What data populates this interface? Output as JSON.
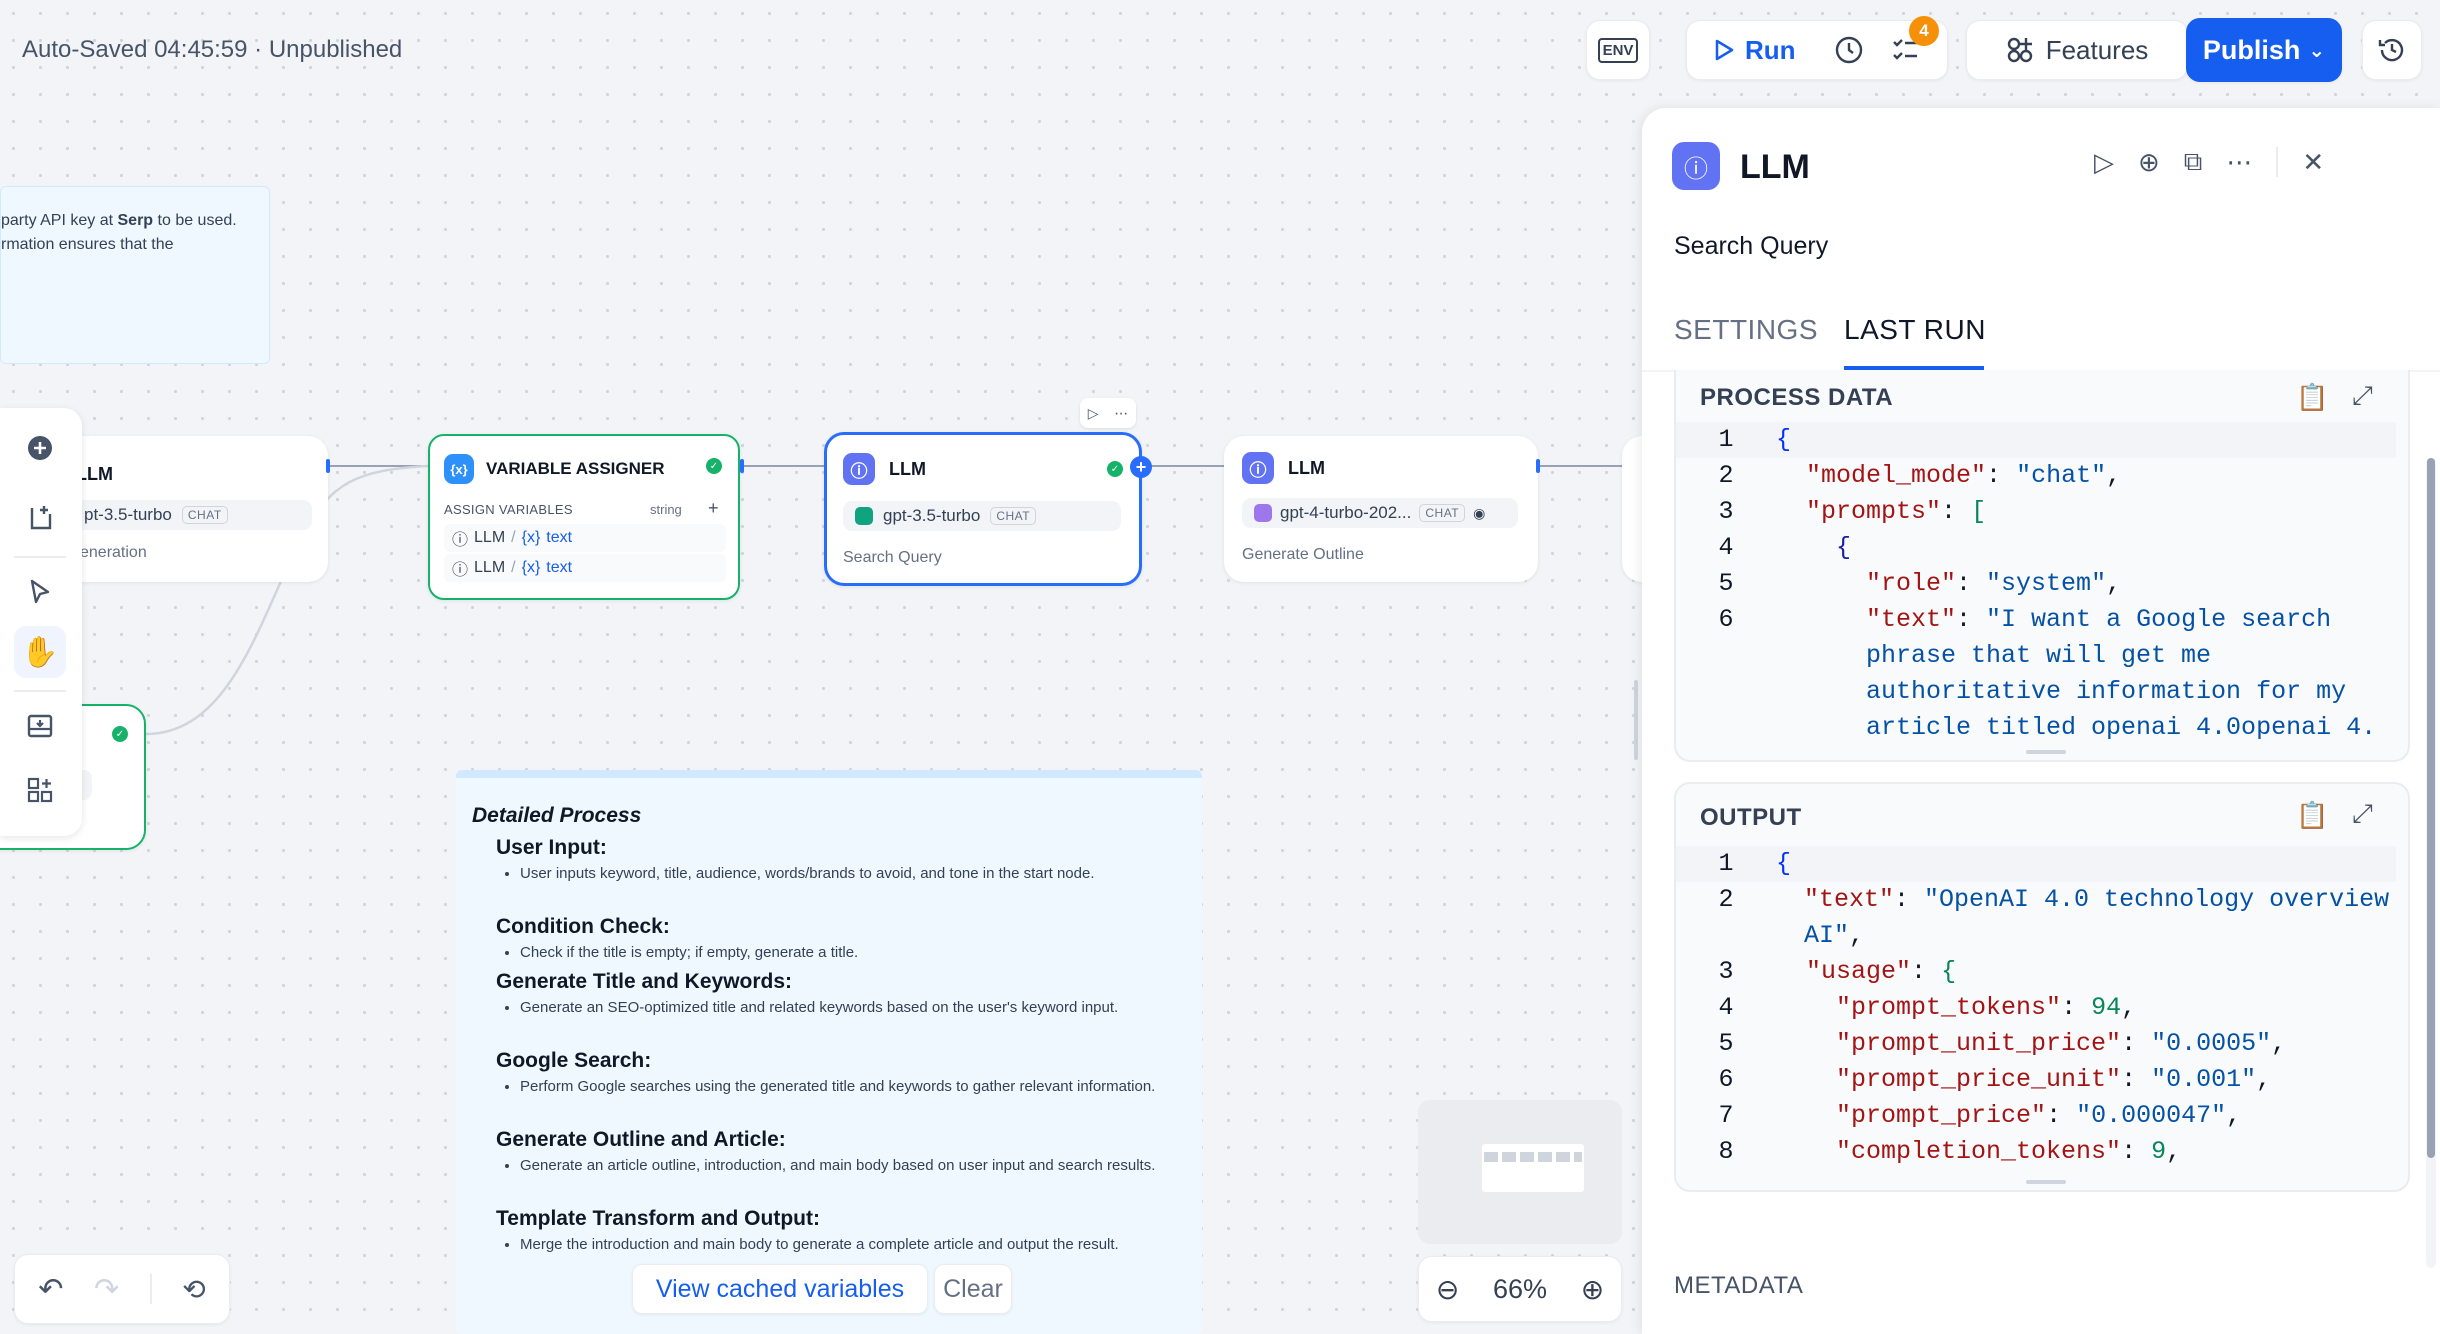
{
  "header": {
    "status": "Auto-Saved 04:45:59 · Unpublished",
    "env_label": "ENV",
    "run_label": "Run",
    "checklist_badge": "4",
    "features_label": "Features",
    "publish_label": "Publish"
  },
  "top_note": {
    "line1_prefix": "party API key at ",
    "line1_bold": "Serp",
    "line1_suffix": " to be used.",
    "line2": "rmation ensures that the"
  },
  "nodes": {
    "llm_left": {
      "title": "LLM",
      "model": "pt-3.5-turbo",
      "tag": "CHAT",
      "subtitle": "eneration"
    },
    "var_assigner": {
      "title": "VARIABLE ASSIGNER",
      "section": "ASSIGN VARIABLES",
      "type": "string",
      "rows": [
        {
          "node": "LLM",
          "var": "text"
        },
        {
          "node": "LLM",
          "var": "text"
        }
      ]
    },
    "llm_search": {
      "title": "LLM",
      "model": "gpt-3.5-turbo",
      "tag": "CHAT",
      "subtitle": "Search Query"
    },
    "llm_outline": {
      "title": "LLM",
      "model": "gpt-4-turbo-202...",
      "tag": "CHAT",
      "subtitle": "Generate Outline"
    }
  },
  "detailed_process": {
    "title": "Detailed Process",
    "sections": [
      {
        "heading": "User Input",
        "bullet": "User inputs keyword, title, audience, words/brands to avoid, and tone in the start node."
      },
      {
        "heading": "Condition Check",
        "bullet": "Check if the title is empty; if empty, generate a title."
      },
      {
        "heading": "Generate Title and Keywords",
        "bullet": "Generate an SEO-optimized title and related keywords based on the user's keyword input."
      },
      {
        "heading": "Google Search",
        "bullet": "Perform Google searches using the generated title and keywords to gather relevant information."
      },
      {
        "heading": "Generate Outline and Article",
        "bullet": "Generate an article outline, introduction, and main body based on user input and search results."
      },
      {
        "heading": "Template Transform and Output",
        "bullet": "Merge the introduction and main body to generate a complete article and output the result."
      }
    ]
  },
  "footer": {
    "view_cached": "View cached variables",
    "clear": "Clear",
    "zoom": "66%"
  },
  "panel": {
    "title": "LLM",
    "description": "Search Query",
    "tabs": [
      "SETTINGS",
      "LAST RUN"
    ],
    "active_tab": "LAST RUN",
    "process_data_label": "PROCESS DATA",
    "output_label": "OUTPUT",
    "metadata_label": "METADATA",
    "process_data_lines": [
      "{",
      "  \"model_mode\": \"chat\",",
      "  \"prompts\": [",
      "    {",
      "      \"role\": \"system\",",
      "      \"text\": \"I want a Google search phrase that will get me authoritative information for my article titled openai 4.0openai 4."
    ],
    "output_lines": [
      "{",
      "  \"text\": \"OpenAI 4.0 technology overview AI\",",
      "  \"usage\": {",
      "    \"prompt_tokens\": 94,",
      "    \"prompt_unit_price\": \"0.0005\",",
      "    \"prompt_price_unit\": \"0.001\",",
      "    \"prompt_price\": \"0.000047\",",
      "    \"completion_tokens\": 9,"
    ]
  },
  "colors": {
    "accent": "#155eef",
    "node_border_selected": "#296dff",
    "assigner_border": "#17b26a",
    "badge": "#f79009"
  }
}
